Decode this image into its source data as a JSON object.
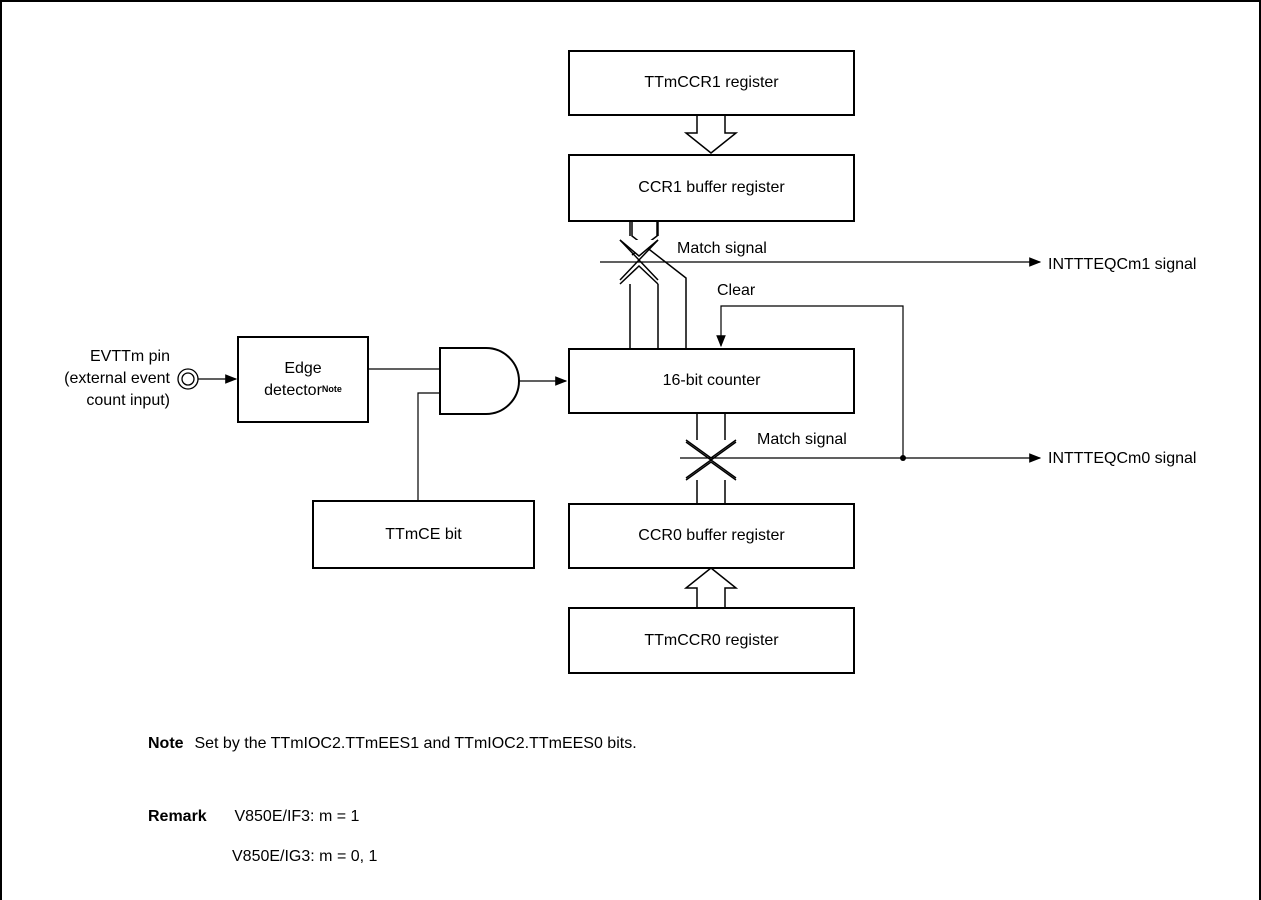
{
  "blocks": {
    "ttmccr1": "TTmCCR1 register",
    "ccr1_buffer": "CCR1 buffer register",
    "counter": "16-bit counter",
    "ccr0_buffer": "CCR0 buffer register",
    "ttmccr0": "TTmCCR0 register",
    "ttmce": "TTmCE bit",
    "edge_line1": "Edge",
    "edge_line2": "detector",
    "edge_sup": "Note"
  },
  "signals": {
    "match_upper": "Match signal",
    "match_lower": "Match signal",
    "clear": "Clear",
    "out1": "INTTTEQCm1 signal",
    "out0": "INTTTEQCm0 signal"
  },
  "pin": {
    "line1": "EVTTm pin",
    "line2": "(external event",
    "line3": "count input)"
  },
  "notes": {
    "note_label": "Note",
    "note_text": "Set by the TTmIOC2.TTmEES1 and TTmIOC2.TTmEES0 bits.",
    "remark_label": "Remark",
    "remark_line1": "V850E/IF3: m = 1",
    "remark_line2": "V850E/IG3: m = 0, 1"
  }
}
